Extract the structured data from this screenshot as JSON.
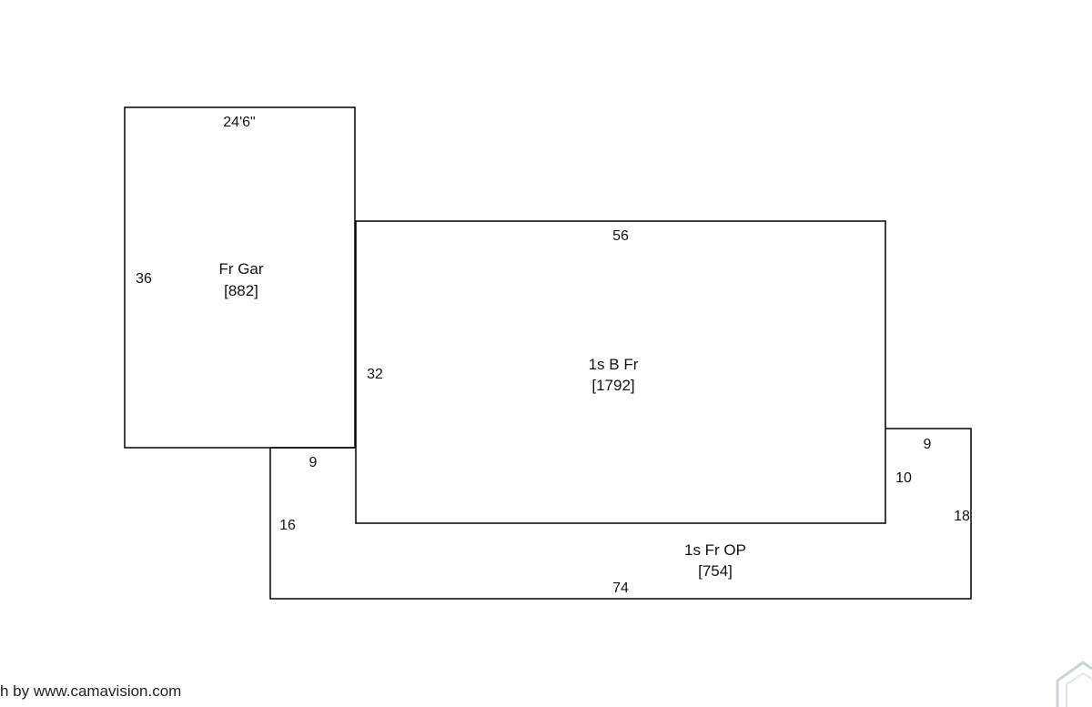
{
  "sketch": {
    "garage": {
      "name": "Fr Gar",
      "area": "[882]",
      "width": "24'6\"",
      "depth": "36"
    },
    "house": {
      "name": "1s B Fr",
      "area": "[1792]",
      "width": "56",
      "depth": "32"
    },
    "porch": {
      "name": "1s Fr OP",
      "area": "[754]",
      "bottom": "74",
      "left": "16",
      "notch_left": "9",
      "notch_right_top": "9",
      "notch_right_side": "10",
      "right": "18"
    }
  },
  "footer": {
    "credit": "h by www.camavision.com"
  }
}
